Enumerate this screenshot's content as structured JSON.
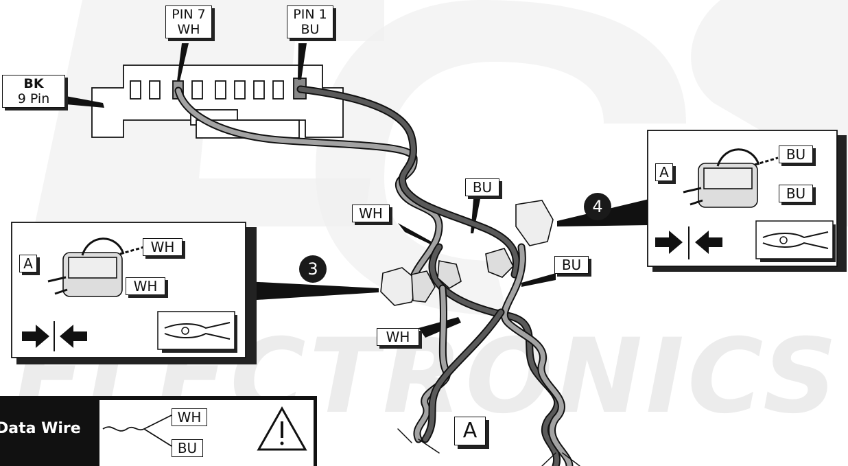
{
  "labels": {
    "pin7_line1": "PIN 7",
    "pin7_line2": "WH",
    "pin1_line1": "PIN 1",
    "pin1_line2": "BU",
    "connector_bold": "BK",
    "connector_text": "9 Pin",
    "bu_center": "BU",
    "wh_center": "WH",
    "bu_right": "BU",
    "wh_lower": "WH",
    "step3": "3",
    "step4": "4",
    "box3_a": "A",
    "box3_wh1": "WH",
    "box3_wh2": "WH",
    "box4_a": "A",
    "box4_bu1": "BU",
    "box4_bu2": "BU",
    "wire_a": "A",
    "data_wire_title": "Data Wire",
    "legend_wh": "WH",
    "legend_bu": "BU"
  },
  "watermark": {
    "text": "ELECTRONICS"
  },
  "colors": {
    "wire_dark": "#5a5a5a",
    "wire_light": "#a3a3a3",
    "outline": "#111111",
    "watermark": "#efefef"
  }
}
